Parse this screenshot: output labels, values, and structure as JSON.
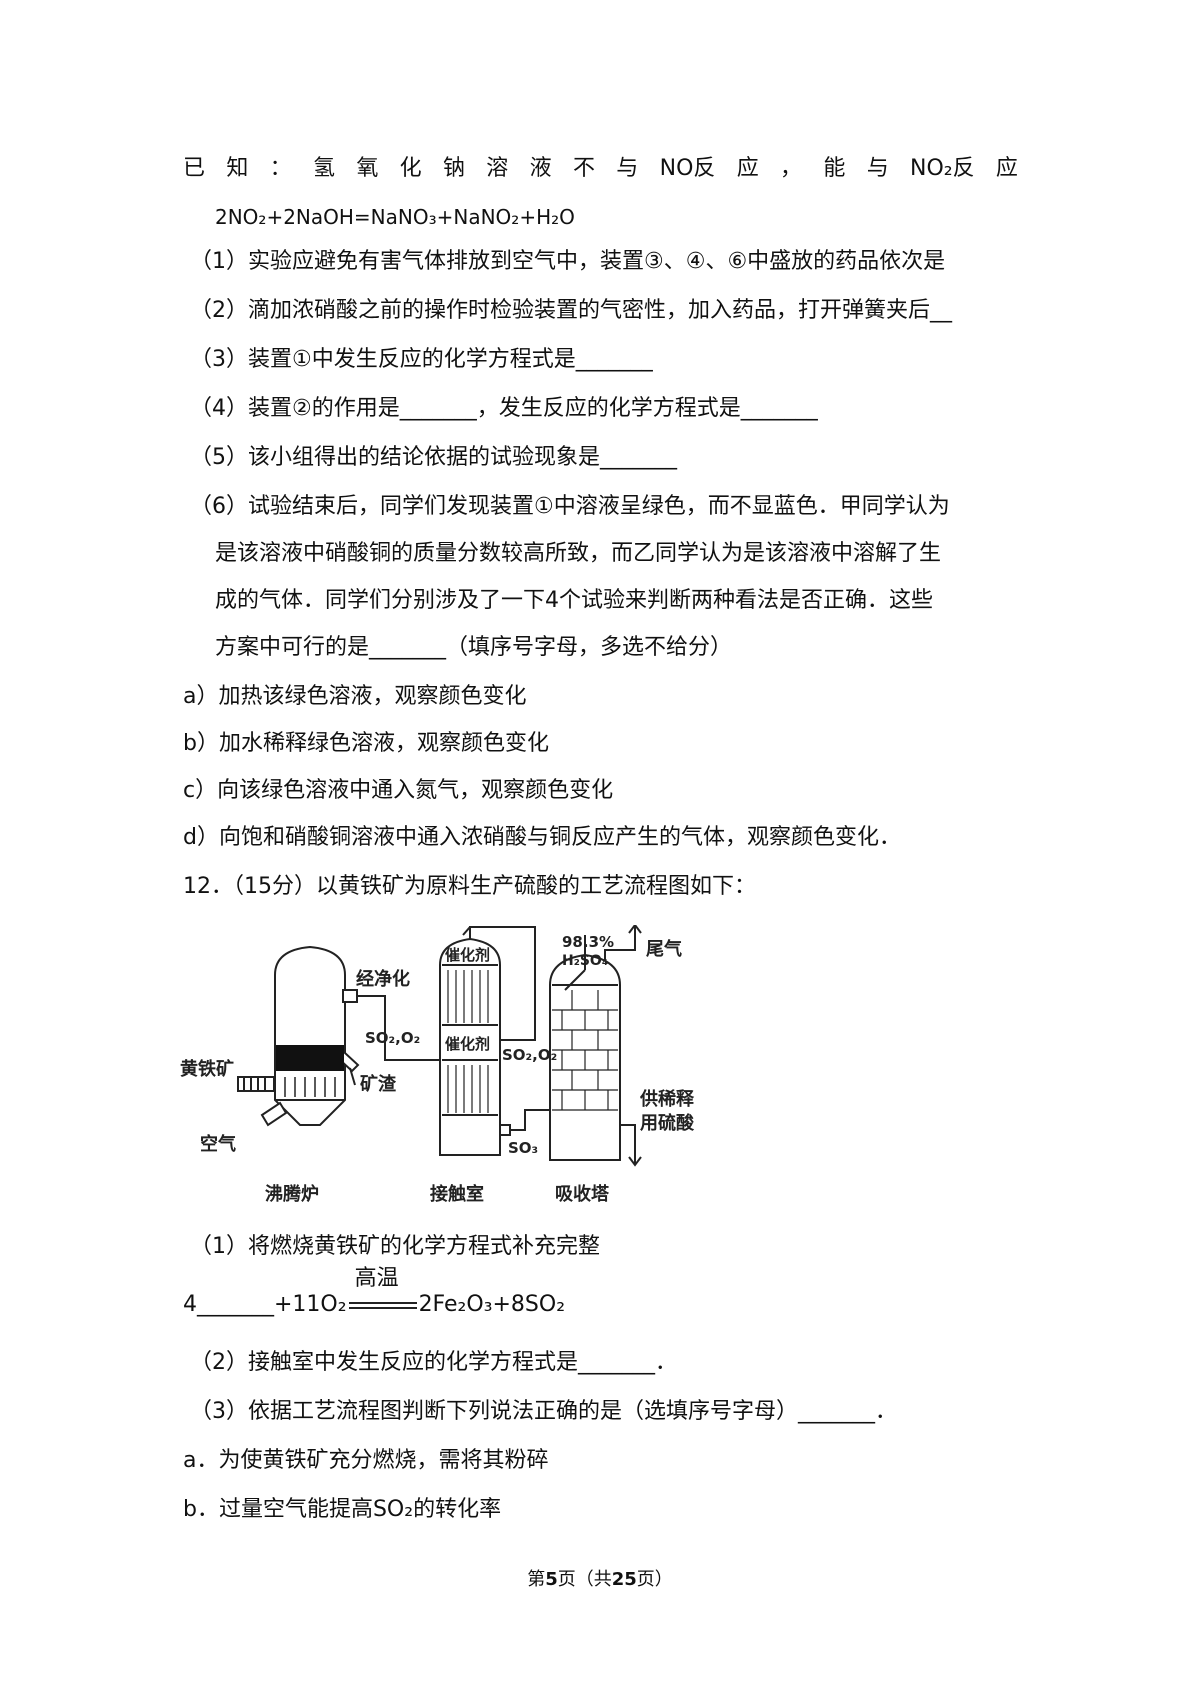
{
  "known": {
    "chars": [
      "已",
      "知",
      "：",
      "氢",
      "氧",
      "化",
      "钠",
      "溶",
      "液",
      "不",
      "与",
      "NO反",
      "应",
      "，",
      "能",
      "与",
      "NO₂反",
      "应"
    ]
  },
  "equation1": "2NO₂+2NaOH=NaNO₃+NaNO₂+H₂O",
  "q11": [
    "（1）实验应避免有害气体排放到空气中，装置③、④、⑥中盛放的药品依次是",
    "（2）滴加浓硝酸之前的操作时检验装置的气密性，加入药品，打开弹簧夹后__",
    "（3）装置①中发生反应的化学方程式是_______",
    "（4）装置②的作用是_______，发生反应的化学方程式是_______",
    "（5）该小组得出的结论依据的试验现象是_______",
    "（6）试验结束后，同学们发现装置①中溶液呈绿色，而不显蓝色．甲同学认为"
  ],
  "q11_6_cont": [
    "是该溶液中硝酸铜的质量分数较高所致，而乙同学认为是该溶液中溶解了生",
    "成的气体．同学们分别涉及了一下4个试验来判断两种看法是否正确．这些",
    "方案中可行的是_______（填序号字母，多选不给分）"
  ],
  "options11": [
    "a）加热该绿色溶液，观察颜色变化",
    "b）加水稀释绿色溶液，观察颜色变化",
    "c）向该绿色溶液中通入氮气，观察颜色变化",
    "d）向饱和硝酸铜溶液中通入浓硝酸与铜反应产生的气体，观察颜色变化．"
  ],
  "q12_title": "12．（15分）以黄铁矿为原料生产硫酸的工艺流程图如下：",
  "diagram": {
    "labels": {
      "acid": "98.3%",
      "acid_formula": "H₂SO₄",
      "tail_gas": "尾气",
      "purify": "经净化",
      "catalyst1": "催化剂",
      "catalyst2": "催化剂",
      "so2o2_right": "SO₂,O₂",
      "so2o2_left": "SO₂,O₂",
      "pyrite": "黄铁矿",
      "slag": "矿渣",
      "air": "空气",
      "so3": "SO₃",
      "dilute1": "供稀释",
      "dilute2": "用硫酸",
      "furnace": "沸腾炉",
      "contact": "接触室",
      "tower": "吸收塔"
    }
  },
  "q12_lines": {
    "q1": "（1）将燃烧黄铁矿的化学方程式补充完整",
    "eq_left": "4_______+11O₂",
    "eq_cond": "高温",
    "eq_right": "2Fe₂O₃+8SO₂",
    "q2": "（2）接触室中发生反应的化学方程式是_______．",
    "q3": "（3）依据工艺流程图判断下列说法正确的是（选填序号字母）_______．",
    "a": "a．为使黄铁矿充分燃烧，需将其粉碎",
    "b": "b．过量空气能提高SO₂的转化率"
  },
  "footer": {
    "prefix": "第",
    "page": "5",
    "mid": "页（共",
    "total": "25",
    "suffix": "页）"
  }
}
